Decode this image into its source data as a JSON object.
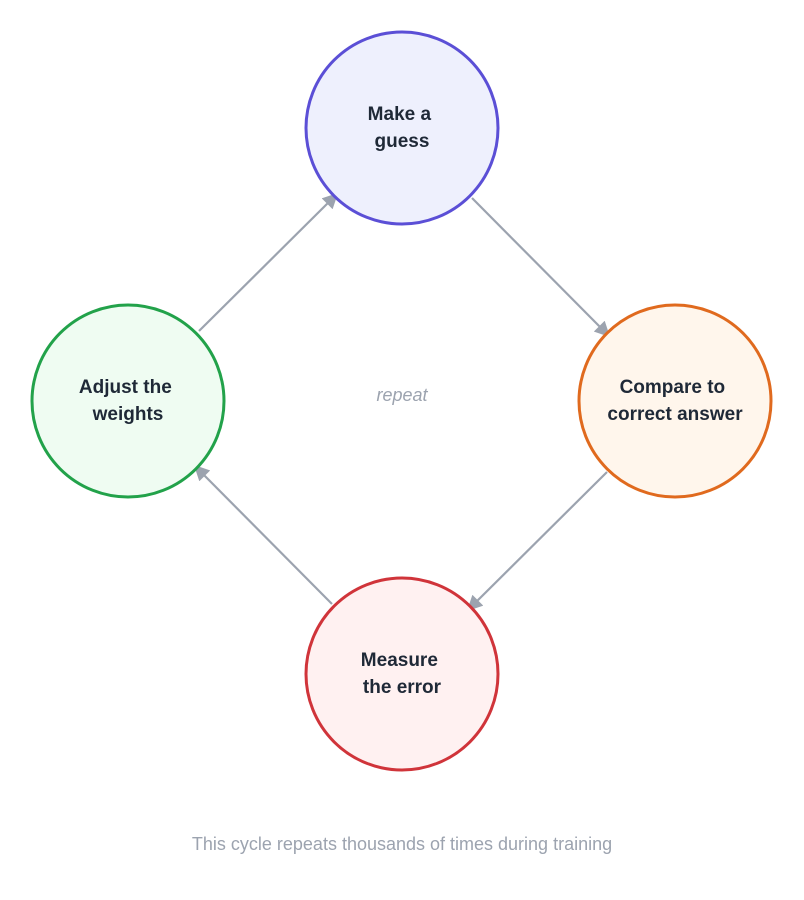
{
  "diagram": {
    "center_label": "repeat",
    "caption": "This cycle repeats thousands of times during training",
    "arrow_color": "#9ca3af",
    "nodes": [
      {
        "id": "make-guess",
        "lines": [
          "Make a",
          "guess"
        ],
        "stroke": "#5b4fd6",
        "fill": "#eef0fd"
      },
      {
        "id": "compare",
        "lines": [
          "Compare to",
          "correct answer"
        ],
        "stroke": "#e06a1e",
        "fill": "#fff6ec"
      },
      {
        "id": "measure-error",
        "lines": [
          "Measure",
          "the error"
        ],
        "stroke": "#d0343a",
        "fill": "#fff1f1"
      },
      {
        "id": "adjust-weights",
        "lines": [
          "Adjust the",
          "weights"
        ],
        "stroke": "#22a24a",
        "fill": "#effcf2"
      }
    ]
  }
}
